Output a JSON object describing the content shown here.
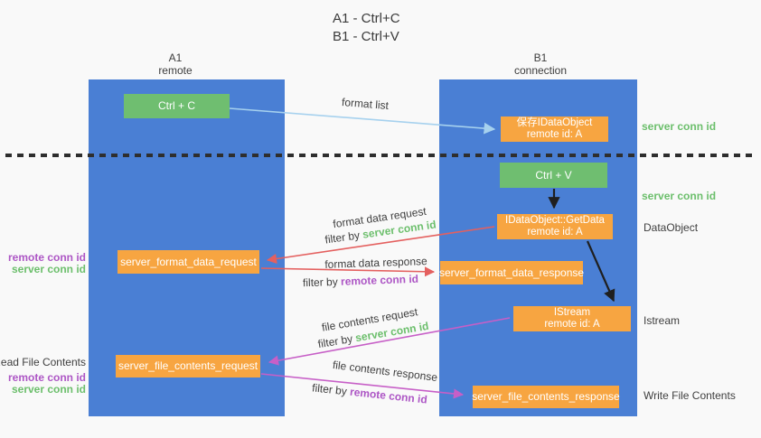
{
  "title": {
    "line1": "A1 - Ctrl+C",
    "line2": "B1 - Ctrl+V"
  },
  "lanes": {
    "left": {
      "header_top": "A1",
      "header_bottom": "remote"
    },
    "right": {
      "header_top": "B1",
      "header_bottom": "connection"
    }
  },
  "nodes": {
    "ctrl_c": {
      "label": "Ctrl + C"
    },
    "save_idataobject": {
      "line1": "保存IDataObject",
      "line2": "remote id: A"
    },
    "ctrl_v": {
      "label": "Ctrl + V"
    },
    "getdata": {
      "line1": "IDataObject::GetData",
      "line2": "remote id: A"
    },
    "server_format_data_request": {
      "label": "server_format_data_request"
    },
    "server_format_data_response": {
      "label": "server_format_data_response"
    },
    "istream": {
      "line1": "IStream",
      "line2": "remote id: A"
    },
    "server_file_contents_request": {
      "label": "server_file_contents_request"
    },
    "server_file_contents_response": {
      "label": "server_file_contents_response"
    }
  },
  "arrow_labels": {
    "format_list": "format list",
    "format_data_request": "format data request",
    "format_data_request_filter_prefix": "filter by ",
    "format_data_request_filter_key": "server conn id",
    "format_data_response": "format data response",
    "format_data_response_filter_prefix": "filter by ",
    "format_data_response_filter_key": "remote conn id",
    "file_contents_request": "file contents request",
    "file_contents_request_filter_prefix": "filter by ",
    "file_contents_request_filter_key": "server conn id",
    "file_contents_response": "file contents response",
    "file_contents_response_filter_prefix": "filter by ",
    "file_contents_response_filter_key": "remote conn id"
  },
  "side_labels": {
    "right_server_conn_id_top": "server conn id",
    "right_server_conn_id_mid": "server conn id",
    "dataobject": "DataObject",
    "istream": "Istream",
    "write_file_contents": "Write File Contents",
    "left_remote_conn_id_top": "remote conn id",
    "left_server_conn_id_top": "server conn id",
    "read_file_contents": "Read File Contents",
    "left_remote_conn_id_bottom": "remote conn id",
    "left_server_conn_id_bottom": "server conn id"
  },
  "colors": {
    "lane_blue": "#4a7fd4",
    "node_green": "#6fbe70",
    "node_orange": "#f7a541",
    "arrow_light_blue": "#a6d1ee",
    "arrow_red": "#e4605f",
    "arrow_magenta": "#c75fc7",
    "arrow_black": "#1f1f1f",
    "text_green": "#6cbf6c",
    "text_purple": "#ad56c5",
    "text_dark": "#404040"
  }
}
